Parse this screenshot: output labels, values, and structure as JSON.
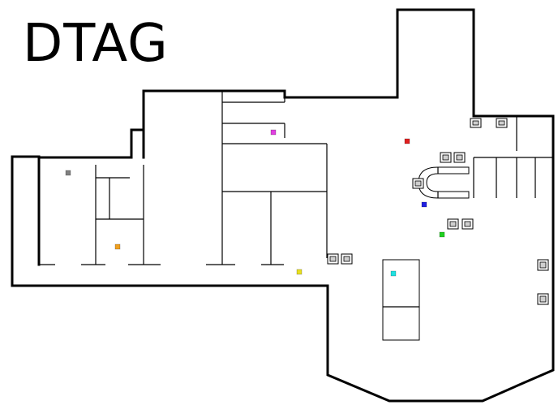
{
  "map": {
    "title": "DTAG",
    "markers": [
      {
        "name": "marker-magenta",
        "color": "#e040e0"
      },
      {
        "name": "marker-red",
        "color": "#e02020"
      },
      {
        "name": "marker-gray",
        "color": "#808080"
      },
      {
        "name": "marker-blue",
        "color": "#2020e0"
      },
      {
        "name": "marker-green",
        "color": "#20d020"
      },
      {
        "name": "marker-orange",
        "color": "#f0a020"
      },
      {
        "name": "marker-yellow",
        "color": "#e8e020"
      },
      {
        "name": "marker-cyan",
        "color": "#20e0e0"
      }
    ]
  }
}
